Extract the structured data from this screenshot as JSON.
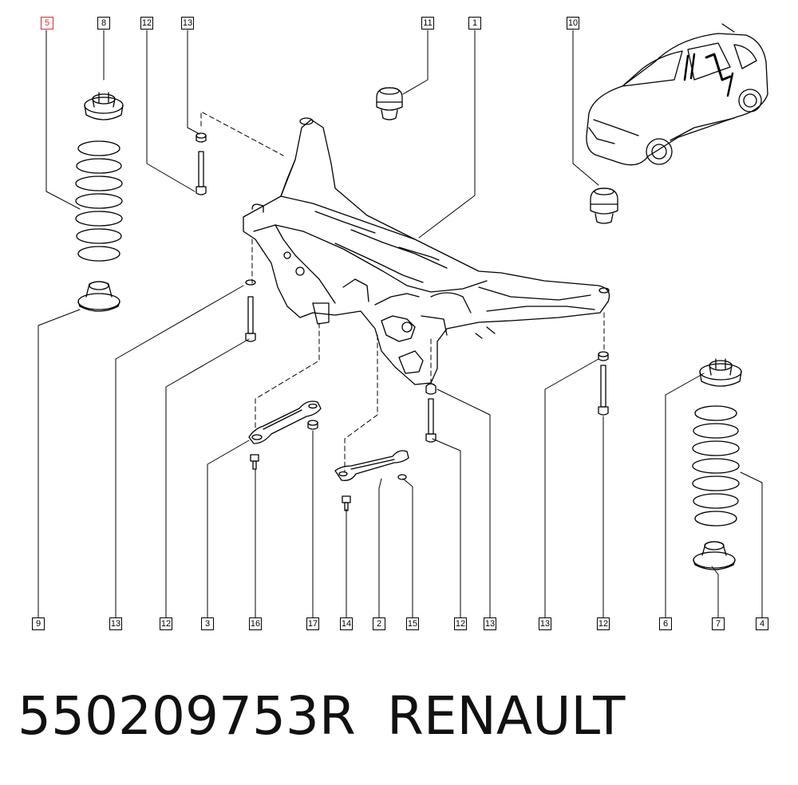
{
  "callouts": {
    "c_top_5": "5",
    "c_top_8": "8",
    "c_top_12": "12",
    "c_top_13": "13",
    "c_top_11": "11",
    "c_top_1": "1",
    "c_top_10": "10",
    "c_bot_9": "9",
    "c_bot_13a": "13",
    "c_bot_12a": "12",
    "c_bot_3": "3",
    "c_bot_16": "16",
    "c_bot_17": "17",
    "c_bot_14": "14",
    "c_bot_2": "2",
    "c_bot_15": "15",
    "c_bot_12b": "12",
    "c_bot_13b": "13",
    "c_bot_13c": "13",
    "c_bot_12c": "12",
    "c_bot_6": "6",
    "c_bot_7": "7",
    "c_bot_4": "4"
  },
  "caption": {
    "part_number": "550209753R",
    "brand": "RENAULT"
  },
  "colors": {
    "line": "#000000",
    "highlight": "#d32f2f"
  }
}
